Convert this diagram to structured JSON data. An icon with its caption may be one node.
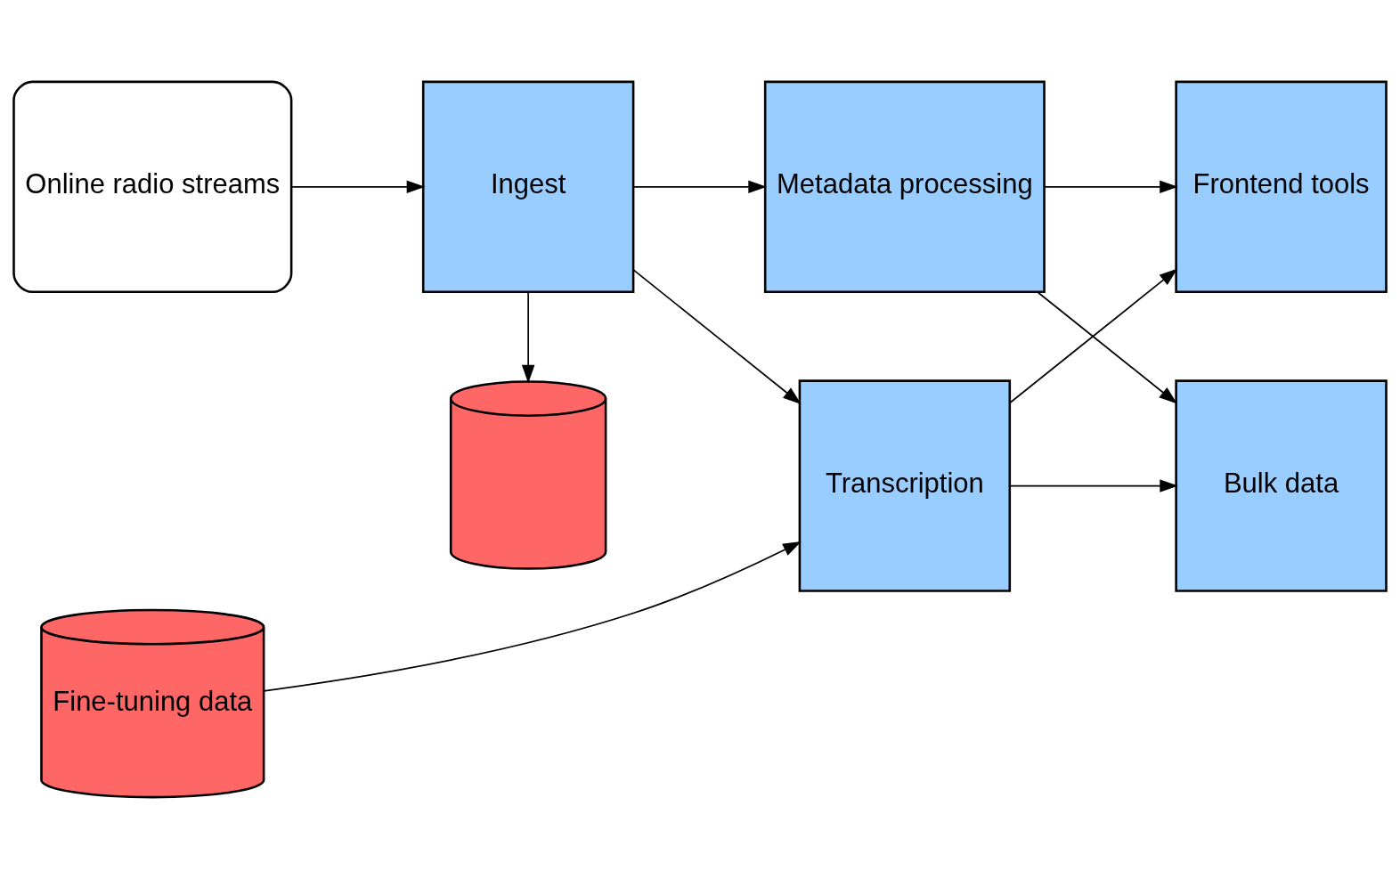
{
  "diagram": {
    "nodes": [
      {
        "text": [],
        "shape": "cylinder"
      },
      {
        "text": [
          "Online radio streams"
        ]
      },
      {
        "text": [
          "Ingest"
        ]
      },
      {
        "text": [
          "Metadata processing"
        ]
      },
      {
        "text": [
          "Frontend tools"
        ]
      },
      {
        "text": [
          "Fine-tuning data"
        ]
      },
      {
        "text": [
          "Transcription"
        ]
      },
      {
        "text": [
          "Bulk data"
        ]
      }
    ],
    "edges": [
      {
        "from": 2,
        "to": 0,
        "arrow": "to"
      },
      {
        "from": 1,
        "to": 2,
        "arrow": "to"
      },
      {
        "from": 2,
        "to": 3,
        "arrow": "to"
      },
      {
        "from": 2,
        "to": 6,
        "arrow": "to"
      },
      {
        "from": 3,
        "to": 4,
        "arrow": "to"
      },
      {
        "from": 3,
        "to": 7,
        "arrow": "to"
      },
      {
        "from": 5,
        "to": 6,
        "arrow": "to"
      },
      {
        "from": 6,
        "to": 4,
        "arrow": "to"
      },
      {
        "from": 6,
        "to": 7,
        "arrow": "to"
      }
    ]
  }
}
